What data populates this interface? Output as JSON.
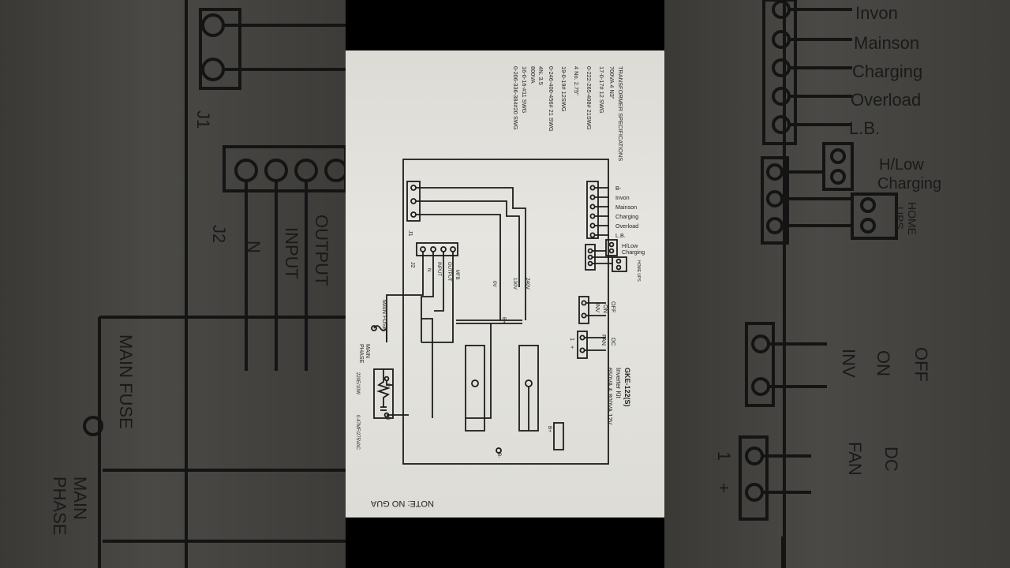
{
  "spec": {
    "title": "TRANSFORMER SPECIFICATIONS",
    "lines": [
      "700VA 4 N3\"",
      "17-0-17# 12 SWG",
      "0-222-265-408# 21SWG",
      "4 No. 2.75\"",
      "19-0-19# 12SWG",
      "0-246-400-456# 21 SWG",
      "4N. 3.5",
      "800VA",
      "16-0-16-#11 SWG",
      "0-206-336-384#20 SWG"
    ]
  },
  "board": {
    "model": "GKE-122(S)",
    "kit": "Inverter Kit",
    "rating": "650VA & 800VA 12V"
  },
  "connectors": {
    "status": [
      "B-",
      "Invon",
      "Mainson",
      "Charging",
      "Overload",
      "L.B."
    ],
    "hlow": "H/Low\nCharging",
    "home_ups": "HOME UPS",
    "switch": {
      "off": "OFF",
      "on": "ON",
      "inv": "INV"
    },
    "fan": {
      "dc": "DC",
      "fan": "FAN",
      "plus": "+",
      "one": "1"
    },
    "j1": "J1",
    "j2": "J2",
    "j2_pins": [
      "MFB",
      "OUTPUT",
      "INPUT",
      "N"
    ],
    "transformer": {
      "v240": "240V",
      "v130": "130V",
      "v0": "0V",
      "bplus": "B+"
    },
    "bplus_pad": "B+",
    "bminus_pad": "B-",
    "main_fuse": "MAIN FUSE",
    "main_phase": "MAIN\nPHASE",
    "p": "P",
    "n": "N",
    "resistor": "220E/10W",
    "capacitor": "0.47MF/275VAC",
    "note": "NOTE: NO GUA"
  },
  "background_left": {
    "j1": "J1",
    "j2": "J2",
    "input": "INPUT",
    "output": "OUTPUT",
    "n": "N",
    "main_fuse": "MAIN FUSE",
    "main_phase": "MAIN PHASE"
  },
  "background_right": {
    "labels": [
      "Invon",
      "Mainson",
      "Charging",
      "Overload",
      "L.B."
    ],
    "hlow": "H/Low",
    "charging": "Charging",
    "home": "HOME",
    "ups": "UPS",
    "off": "OFF",
    "on": "ON",
    "inv": "INV",
    "dc": "DC",
    "fan": "FAN",
    "one": "1",
    "plus": "+"
  }
}
